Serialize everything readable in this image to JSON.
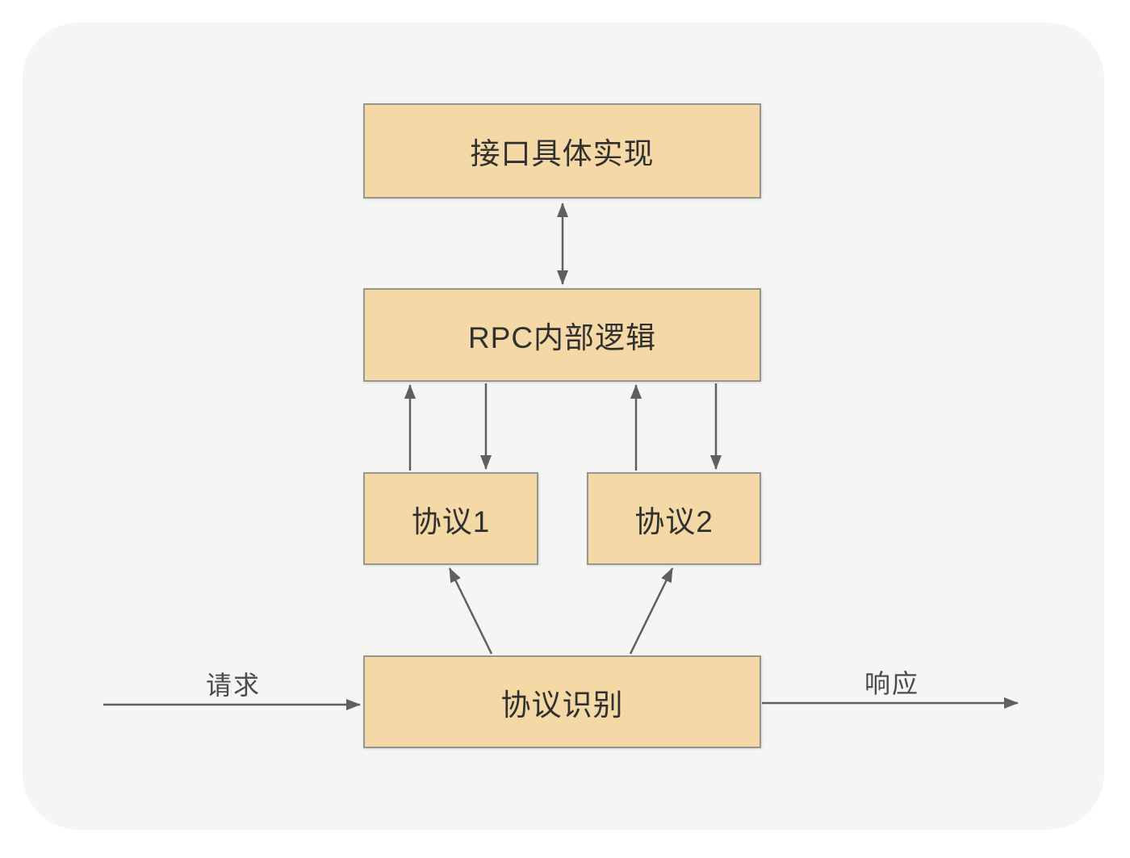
{
  "diagram": {
    "nodes": {
      "impl": {
        "label": "接口具体实现"
      },
      "rpc": {
        "label": "RPC内部逻辑"
      },
      "proto1": {
        "label": "协议1"
      },
      "proto2": {
        "label": "协议2"
      },
      "detect": {
        "label": "协议识别"
      }
    },
    "edge_labels": {
      "request": "请求",
      "response": "响应"
    },
    "edges": [
      {
        "from": "impl",
        "to": "rpc",
        "direction": "bidirectional"
      },
      {
        "from": "proto1",
        "to": "rpc",
        "direction": "up"
      },
      {
        "from": "rpc",
        "to": "proto1",
        "direction": "down"
      },
      {
        "from": "proto2",
        "to": "rpc",
        "direction": "up"
      },
      {
        "from": "rpc",
        "to": "proto2",
        "direction": "down"
      },
      {
        "from": "detect",
        "to": "proto1",
        "direction": "diagonal-up"
      },
      {
        "from": "detect",
        "to": "proto2",
        "direction": "diagonal-up"
      },
      {
        "from": "external-request",
        "to": "detect",
        "direction": "right",
        "label": "请求"
      },
      {
        "from": "detect",
        "to": "external-response",
        "direction": "right",
        "label": "响应"
      }
    ],
    "colors": {
      "node_fill": "#f4d9a6",
      "node_border": "#979590",
      "arrow": "#5f5f5f",
      "node_text": "#303030",
      "edge_label_text": "#4a4a4a",
      "panel_bg": "#f5f5f3",
      "page_bg": "#ffffff"
    }
  }
}
